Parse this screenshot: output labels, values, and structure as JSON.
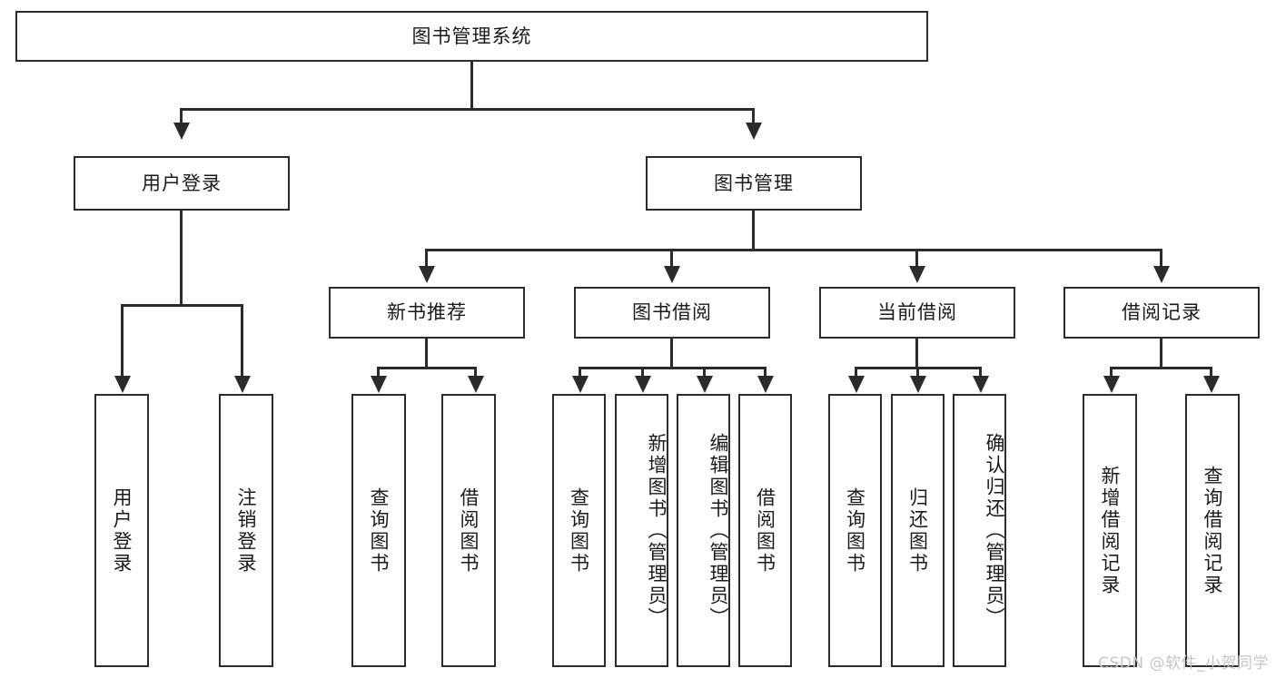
{
  "diagram": {
    "title_node": {
      "label": "图书管理系统"
    },
    "level2": [
      {
        "label": "用户登录"
      },
      {
        "label": "图书管理"
      }
    ],
    "level3": [
      {
        "label": "新书推荐"
      },
      {
        "label": "图书借阅"
      },
      {
        "label": "当前借阅"
      },
      {
        "label": "借阅记录"
      }
    ],
    "leaves": {
      "user_login": [
        {
          "label": "用户登录"
        },
        {
          "label": "注销登录"
        }
      ],
      "new_book": [
        {
          "label": "查询图书"
        },
        {
          "label": "借阅图书"
        }
      ],
      "book_borrow": [
        {
          "label": "查询图书"
        },
        {
          "label": "新增图书（管理员）"
        },
        {
          "label": "编辑图书（管理员）"
        },
        {
          "label": "借阅图书"
        }
      ],
      "current_borrow": [
        {
          "label": "查询图书"
        },
        {
          "label": "归还图书"
        },
        {
          "label": "确认归还（管理员）"
        }
      ],
      "borrow_record": [
        {
          "label": "新增借阅记录"
        },
        {
          "label": "查询借阅记录"
        }
      ]
    }
  },
  "watermark": {
    "text": "CSDN @软件_小贺同学"
  },
  "colors": {
    "stroke": "#2b2b2b",
    "background": "#ffffff",
    "text": "#1a1a1a",
    "watermark": "#c6c6c6"
  }
}
